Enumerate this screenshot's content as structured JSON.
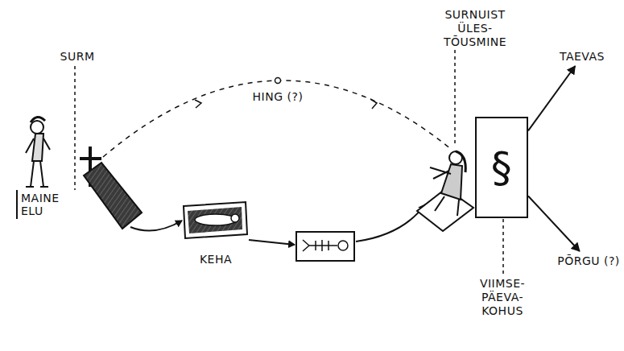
{
  "diagram": {
    "nodes": [
      {
        "text": [
          "MAINE ELU"
        ]
      },
      {
        "text": [
          "§"
        ]
      },
      {
        "text": [
          "TAEVAS"
        ]
      },
      {
        "text": [
          "PÕRGU (?)"
        ]
      }
    ],
    "edges": [
      {
        "from": 1,
        "to": 2,
        "arrow": "to"
      },
      {
        "from": 1,
        "to": 3,
        "arrow": "to"
      }
    ],
    "labels": [
      "SURM",
      "HING (?)",
      "KEHA",
      "SURNUIST ÜLES- TÕUSMINE",
      "VIIMSE- PÄEVA- KOHUS"
    ]
  }
}
